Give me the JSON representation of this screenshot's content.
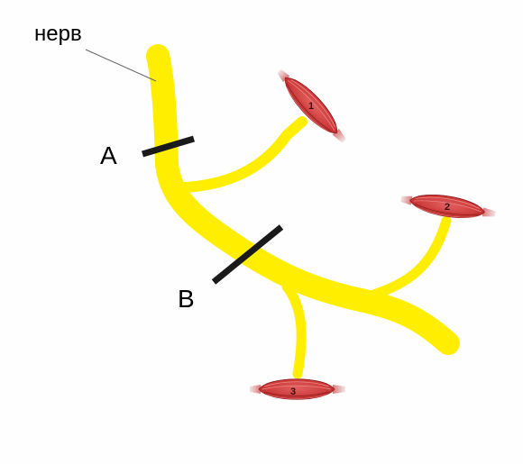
{
  "labels": {
    "nerve": "нерв",
    "cut_a": "A",
    "cut_b": "B"
  },
  "muscles": [
    {
      "number": "1"
    },
    {
      "number": "2"
    },
    {
      "number": "3"
    }
  ],
  "colors": {
    "nerve": "#ffee00",
    "cut": "#1a1a1a",
    "muscle_fill": "#d64848",
    "muscle_dark": "#a82424",
    "muscle_tendon": "#e8d8d8"
  }
}
